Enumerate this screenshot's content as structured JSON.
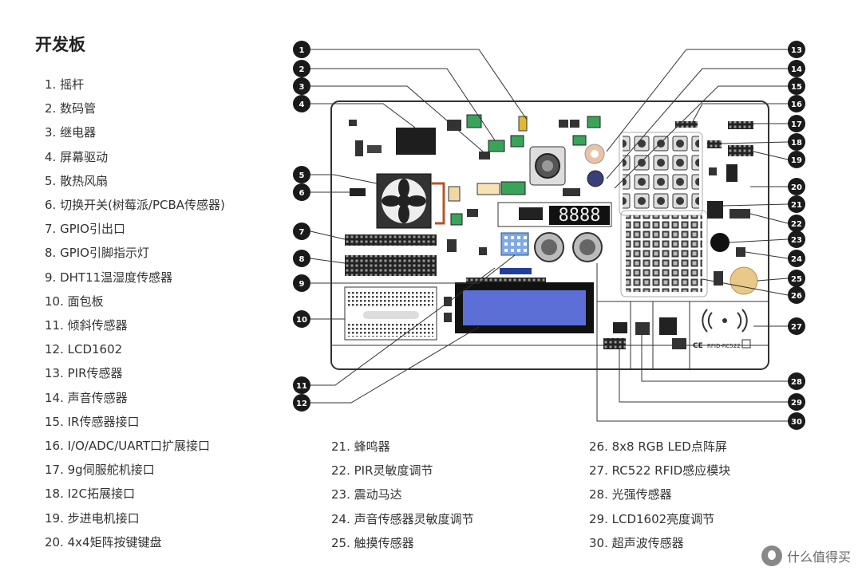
{
  "title": "开发板",
  "components_col1": [
    "1. 摇杆",
    "2. 数码管",
    "3. 继电器",
    "4. 屏幕驱动",
    "5. 散热风扇",
    "6. 切换开关(树莓派/PCBA传感器)",
    "7. GPIO引出口",
    "8. GPIO引脚指示灯",
    "9. DHT11温湿度传感器",
    "10. 面包板",
    "11. 倾斜传感器",
    "12. LCD1602",
    "13. PIR传感器",
    "14. 声音传感器",
    "15. IR传感器接口",
    "16. I/O/ADC/UART口扩展接口",
    "17. 9g伺服舵机接口",
    "18. I2C拓展接口",
    "19. 步进电机接口",
    "20. 4x4矩阵按键键盘"
  ],
  "components_col2": [
    "21. 蜂鸣器",
    "22. PIR灵敏度调节",
    "23. 震动马达",
    "24. 声音传感器灵敏度调节",
    "25. 触摸传感器"
  ],
  "components_col3": [
    "26. 8x8 RGB LED点阵屏",
    "27. RC522 RFID感应模块",
    "28. 光强传感器",
    "29. LCD1602亮度调节",
    "30. 超声波传感器"
  ],
  "callout_numbers": [
    "1",
    "2",
    "3",
    "4",
    "5",
    "6",
    "7",
    "8",
    "9",
    "10",
    "11",
    "12",
    "13",
    "14",
    "15",
    "16",
    "17",
    "18",
    "19",
    "20",
    "21",
    "22",
    "23",
    "24",
    "25",
    "26",
    "27",
    "28",
    "29",
    "30"
  ],
  "board_labels": {
    "segment_display": "8888",
    "rfid_model": "RFID-RC522",
    "ce_mark": "CE"
  },
  "watermark": "什么值得买",
  "colors": {
    "callout_fill": "#1a1a1a",
    "board_outline": "#333333",
    "lcd_blue": "#5b6fd6",
    "sensor_blue": "#7fa9e8",
    "terminal_green": "#3aa35a",
    "touch_pad": "#e8c98a"
  }
}
